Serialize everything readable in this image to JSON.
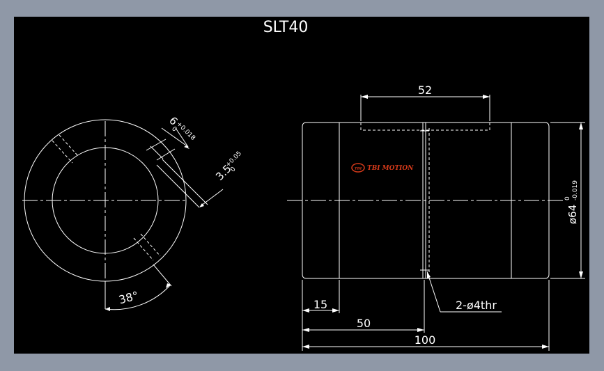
{
  "title": "SLT40",
  "colors": {
    "background": "#000000",
    "line": "#ffffff",
    "logo": "#d63a1a",
    "window": "#8f98a7"
  },
  "logo": {
    "badge": "TBI",
    "text": "TBI MOTION"
  },
  "side_view": {
    "dim_keyway": {
      "base": "6",
      "tol_upper": "+0.018",
      "tol_lower": "0"
    },
    "dim_slot": {
      "base": "3.5",
      "tol_upper": "+0.05",
      "tol_lower": "0"
    },
    "dim_angle": "38°"
  },
  "front_view": {
    "dim_groove": "52",
    "dim_diameter": {
      "base": "ø64",
      "tol_upper": "0",
      "tol_lower": "-0.019"
    },
    "dim_flange": "15",
    "dim_half": "50",
    "dim_total": "100",
    "dim_holes": "2-ø4thr"
  }
}
